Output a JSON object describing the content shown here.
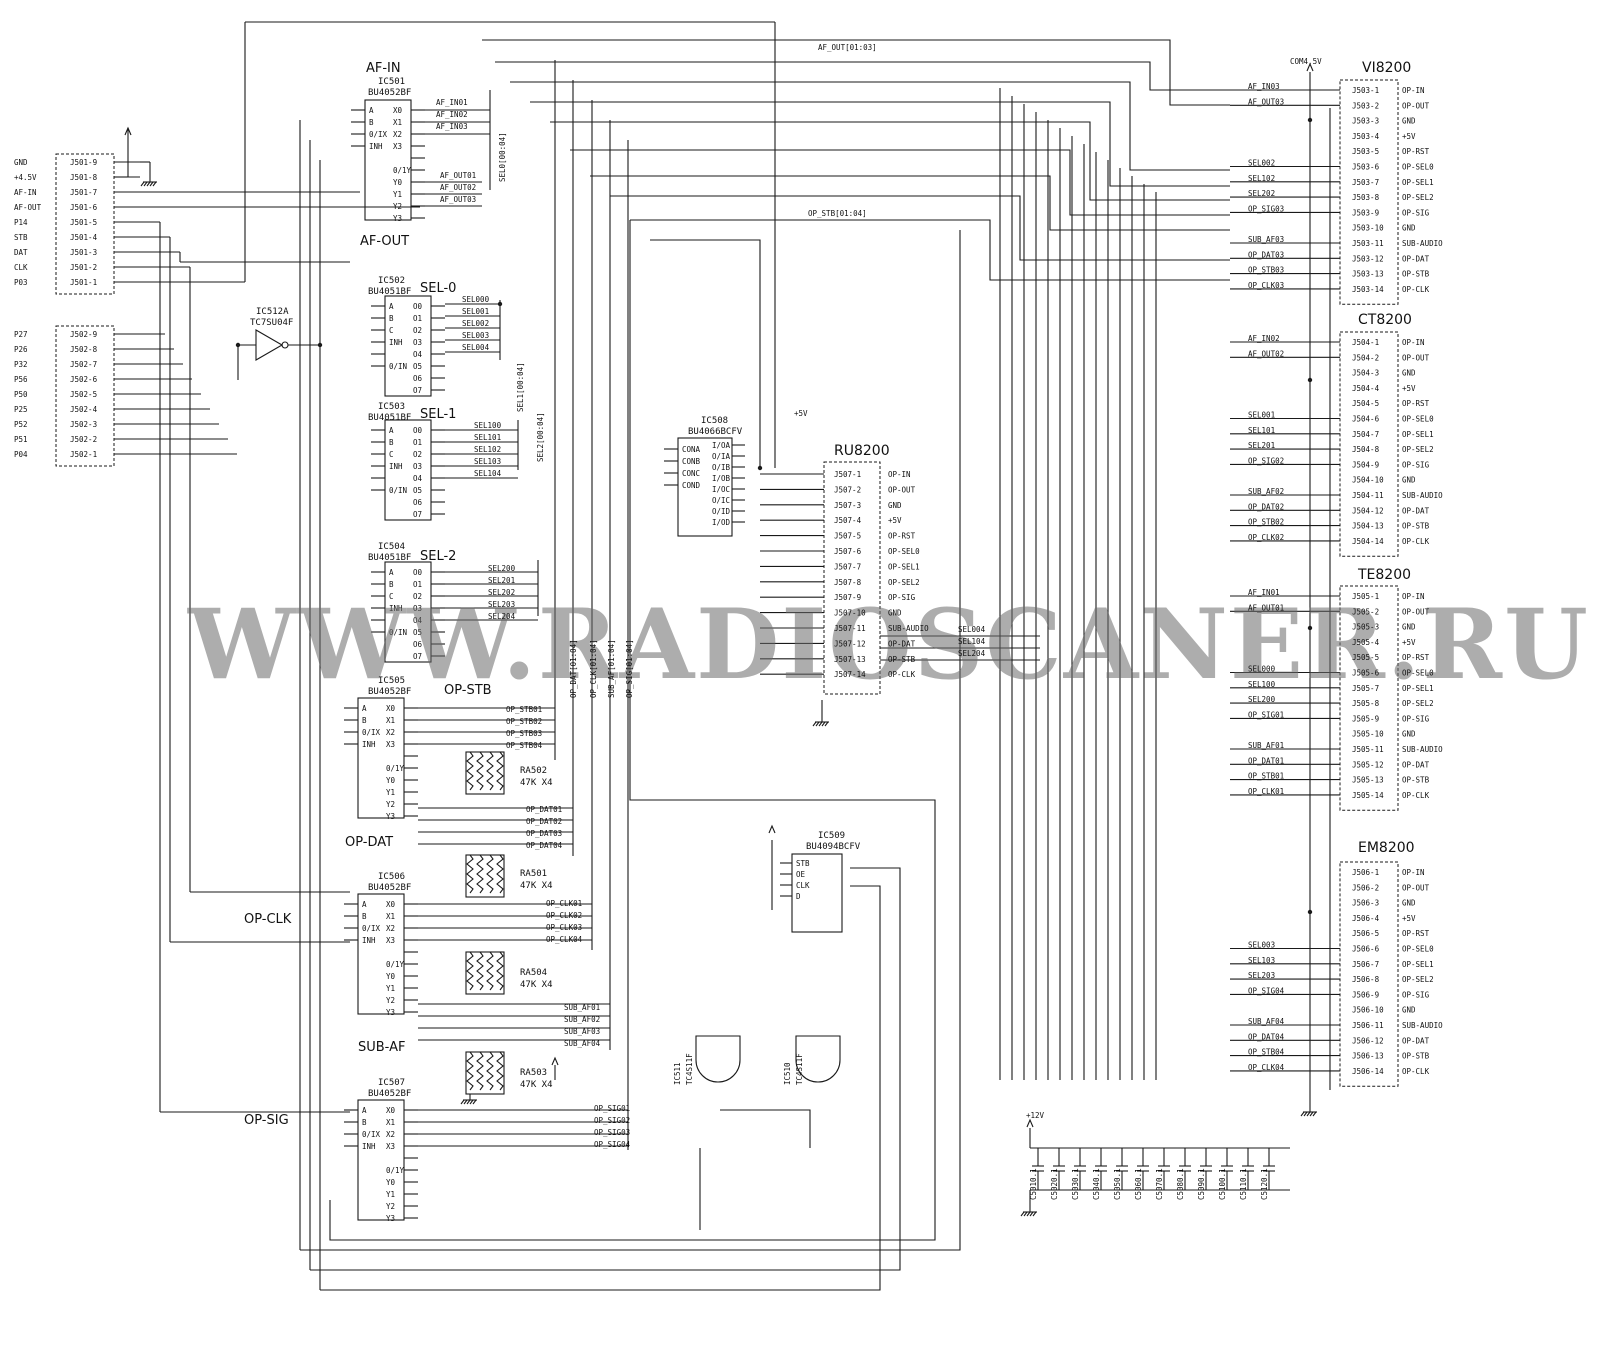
{
  "watermark": "WWW.RADIOSCANER.RU",
  "j501": {
    "pins": [
      "J501-9",
      "J501-8",
      "J501-7",
      "J501-6",
      "J501-5",
      "J501-4",
      "J501-3",
      "J501-2",
      "J501-1"
    ],
    "labels": [
      "GND",
      "+4.5V",
      "AF-IN",
      "AF-OUT",
      "P14",
      "STB",
      "DAT",
      "CLK",
      "P03"
    ]
  },
  "j502": {
    "pins": [
      "J502-9",
      "J502-8",
      "J502-7",
      "J502-6",
      "J502-5",
      "J502-4",
      "J502-3",
      "J502-2",
      "J502-1"
    ],
    "labels": [
      "P27",
      "P26",
      "P32",
      "P56",
      "P50",
      "P25",
      "P52",
      "P51",
      "P04"
    ]
  },
  "ic": {
    "ic501": {
      "section": "AF-IN",
      "ref": "IC501",
      "part": "BU4052BF",
      "out": "AF-OUT"
    },
    "ic502": {
      "section": "SEL-0",
      "ref": "IC502",
      "part": "BU4051BF"
    },
    "ic503": {
      "section": "SEL-1",
      "ref": "IC503",
      "part": "BU4051BF"
    },
    "ic504": {
      "section": "SEL-2",
      "ref": "IC504",
      "part": "BU4051BF"
    },
    "ic505": {
      "section": "OP-STB",
      "ref": "IC505",
      "part": "BU4052BF",
      "out": "OP-DAT"
    },
    "ic506": {
      "section": "OP-CLK",
      "ref": "IC506",
      "part": "BU4052BF",
      "out": "SUB-AF"
    },
    "ic507": {
      "section": "OP-SIG",
      "ref": "IC507",
      "part": "BU4052BF"
    },
    "ic508": {
      "ref": "IC508",
      "part": "BU4066BCFV"
    },
    "ic509": {
      "ref": "IC509",
      "part": "BU4094BCFV"
    },
    "ic510": {
      "ref": "IC510",
      "part": "TC4S11F"
    },
    "ic511": {
      "ref": "IC511",
      "part": "TC4S11F"
    },
    "ic512": {
      "ref": "IC512A",
      "part": "TC7SU04F"
    }
  },
  "nets": {
    "af_in": [
      "AF_IN01",
      "AF_IN02",
      "AF_IN03"
    ],
    "af_out": [
      "AF_OUT01",
      "AF_OUT02",
      "AF_OUT03"
    ],
    "sel0": [
      "SEL000",
      "SEL001",
      "SEL002",
      "SEL003",
      "SEL004"
    ],
    "sel1": [
      "SEL100",
      "SEL101",
      "SEL102",
      "SEL103",
      "SEL104"
    ],
    "sel2": [
      "SEL200",
      "SEL201",
      "SEL202",
      "SEL203",
      "SEL204"
    ],
    "op_stb": [
      "OP_STB01",
      "OP_STB02",
      "OP_STB03",
      "OP_STB04"
    ],
    "op_dat": [
      "OP_DAT01",
      "OP_DAT02",
      "OP_DAT03",
      "OP_DAT04"
    ],
    "op_clk": [
      "OP_CLK01",
      "OP_CLK02",
      "OP_CLK03",
      "OP_CLK04"
    ],
    "sub_af": [
      "SUB_AF01",
      "SUB_AF02",
      "SUB_AF03",
      "SUB_AF04"
    ],
    "op_sig": [
      "OP_SIG01",
      "OP_SIG02",
      "OP_SIG03",
      "OP_SIG04"
    ],
    "ru_sel": [
      "SEL004",
      "SEL104",
      "SEL204"
    ]
  },
  "buses": {
    "af_out": "AF_OUT[01:03]",
    "op_stb": "OP_STB[01:04]",
    "sel0": "SEL0[00:04]",
    "sel1": "SEL1[00:04]",
    "sel2": "SEL2[00:04]",
    "op_dat": "OP_DAT[01:04]",
    "op_clk": "OP_CLK[01:04]",
    "sub_af": "SUB_AF[01:04]",
    "op_sig": "OP_SIG[01:04]"
  },
  "resistors": [
    {
      "ref": "RA502",
      "value": "47K X4"
    },
    {
      "ref": "RA501",
      "value": "47K X4"
    },
    {
      "ref": "RA504",
      "value": "47K X4"
    },
    {
      "ref": "RA503",
      "value": "47K X4"
    }
  ],
  "power": {
    "com45": "COM4.5V",
    "p5v": "+5V",
    "p12v": "+12V"
  },
  "capacitors": [
    "C501",
    "C502",
    "C503",
    "C504",
    "C505",
    "C506",
    "C507",
    "C508",
    "C509",
    "C510",
    "C511",
    "C512"
  ],
  "cap_value": "0.1",
  "op_signals": [
    "OP-IN",
    "OP-OUT",
    "GND",
    "+5V",
    "OP-RST",
    "OP-SEL0",
    "OP-SEL1",
    "OP-SEL2",
    "OP-SIG",
    "GND",
    "SUB-AUDIO",
    "OP-DAT",
    "OP-STB",
    "OP-CLK"
  ],
  "ru8200": {
    "name": "RU8200",
    "prefix": "J507-"
  },
  "vi8200": {
    "name": "VI8200",
    "prefix": "J503-",
    "nets": [
      "AF_IN03",
      "AF_OUT03",
      "",
      "",
      "",
      "SEL002",
      "SEL102",
      "SEL202",
      "OP_SIG03",
      "",
      "SUB_AF03",
      "OP_DAT03",
      "OP_STB03",
      "OP_CLK03"
    ]
  },
  "ct8200": {
    "name": "CT8200",
    "prefix": "J504-",
    "nets": [
      "AF_IN02",
      "AF_OUT02",
      "",
      "",
      "",
      "SEL001",
      "SEL101",
      "SEL201",
      "OP_SIG02",
      "",
      "SUB_AF02",
      "OP_DAT02",
      "OP_STB02",
      "OP_CLK02"
    ]
  },
  "te8200": {
    "name": "TE8200",
    "prefix": "J505-",
    "nets": [
      "AF_IN01",
      "AF_OUT01",
      "",
      "",
      "",
      "SEL000",
      "SEL100",
      "SEL200",
      "OP_SIG01",
      "",
      "SUB_AF01",
      "OP_DAT01",
      "OP_STB01",
      "OP_CLK01"
    ]
  },
  "em8200": {
    "name": "EM8200",
    "prefix": "J506-",
    "nets": [
      "",
      "",
      "",
      "",
      "",
      "SEL003",
      "SEL103",
      "SEL203",
      "OP_SIG04",
      "",
      "SUB_AF04",
      "OP_DAT04",
      "OP_STB04",
      "OP_CLK04"
    ]
  }
}
